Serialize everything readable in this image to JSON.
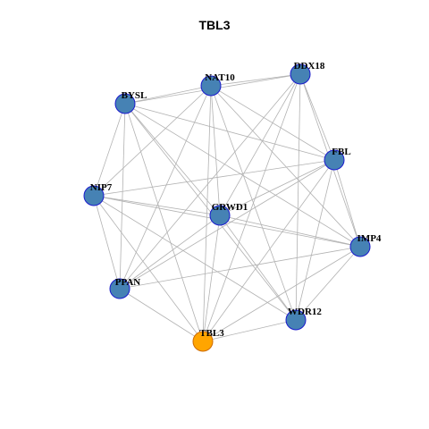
{
  "title": "TBL3",
  "colors": {
    "node_fill": "#4682b4",
    "node_stroke": "#1a1acd",
    "highlight_fill": "#ffa500",
    "highlight_stroke": "#cd6a00",
    "edge": "#b2b2b2"
  },
  "nodes": [
    {
      "id": "NAT10",
      "label": "NAT10",
      "highlight": false
    },
    {
      "id": "DDX18",
      "label": "DDX18",
      "highlight": false
    },
    {
      "id": "BYSL",
      "label": "BYSL",
      "highlight": false
    },
    {
      "id": "FBL",
      "label": "FBL",
      "highlight": false
    },
    {
      "id": "NIP7",
      "label": "NIP7",
      "highlight": false
    },
    {
      "id": "GRWD1",
      "label": "GRWD1",
      "highlight": false
    },
    {
      "id": "IMP4",
      "label": "IMP4",
      "highlight": false
    },
    {
      "id": "PPAN",
      "label": "PPAN",
      "highlight": false
    },
    {
      "id": "WDR12",
      "label": "WDR12",
      "highlight": false
    },
    {
      "id": "TBL3",
      "label": "TBL3",
      "highlight": true
    }
  ],
  "edges": [
    [
      "NAT10",
      "DDX18"
    ],
    [
      "NAT10",
      "BYSL"
    ],
    [
      "NAT10",
      "FBL"
    ],
    [
      "NAT10",
      "NIP7"
    ],
    [
      "NAT10",
      "GRWD1"
    ],
    [
      "NAT10",
      "IMP4"
    ],
    [
      "NAT10",
      "PPAN"
    ],
    [
      "NAT10",
      "WDR12"
    ],
    [
      "NAT10",
      "TBL3"
    ],
    [
      "DDX18",
      "BYSL"
    ],
    [
      "DDX18",
      "FBL"
    ],
    [
      "DDX18",
      "GRWD1"
    ],
    [
      "DDX18",
      "IMP4"
    ],
    [
      "DDX18",
      "PPAN"
    ],
    [
      "DDX18",
      "WDR12"
    ],
    [
      "DDX18",
      "TBL3"
    ],
    [
      "BYSL",
      "FBL"
    ],
    [
      "BYSL",
      "NIP7"
    ],
    [
      "BYSL",
      "GRWD1"
    ],
    [
      "BYSL",
      "IMP4"
    ],
    [
      "BYSL",
      "PPAN"
    ],
    [
      "BYSL",
      "WDR12"
    ],
    [
      "BYSL",
      "TBL3"
    ],
    [
      "FBL",
      "NIP7"
    ],
    [
      "FBL",
      "GRWD1"
    ],
    [
      "FBL",
      "IMP4"
    ],
    [
      "FBL",
      "PPAN"
    ],
    [
      "FBL",
      "WDR12"
    ],
    [
      "FBL",
      "TBL3"
    ],
    [
      "NIP7",
      "GRWD1"
    ],
    [
      "NIP7",
      "IMP4"
    ],
    [
      "NIP7",
      "PPAN"
    ],
    [
      "NIP7",
      "WDR12"
    ],
    [
      "NIP7",
      "TBL3"
    ],
    [
      "GRWD1",
      "IMP4"
    ],
    [
      "GRWD1",
      "PPAN"
    ],
    [
      "GRWD1",
      "WDR12"
    ],
    [
      "GRWD1",
      "TBL3"
    ],
    [
      "IMP4",
      "PPAN"
    ],
    [
      "IMP4",
      "WDR12"
    ],
    [
      "IMP4",
      "TBL3"
    ],
    [
      "PPAN",
      "TBL3"
    ],
    [
      "WDR12",
      "TBL3"
    ]
  ]
}
